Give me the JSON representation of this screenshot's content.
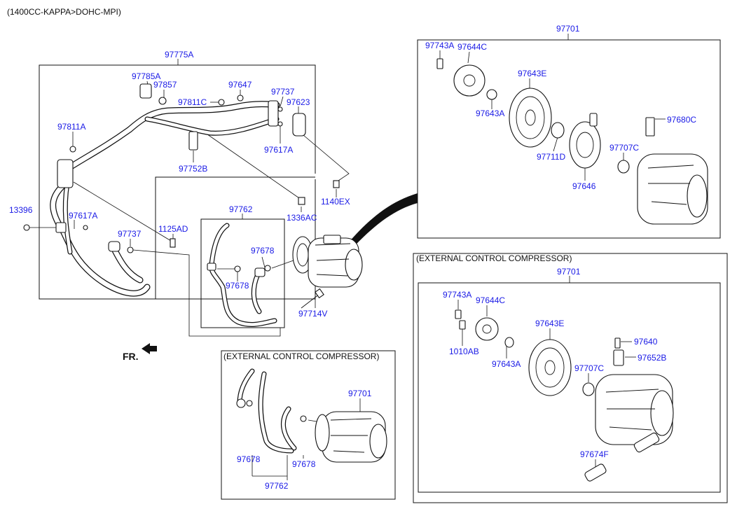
{
  "header": {
    "engine": "(1400CC-KAPPA>DOHC-MPI)"
  },
  "orientation": {
    "front_label": "FR."
  },
  "sections": {
    "ext1_title": "(EXTERNAL CONTROL COMPRESSOR)",
    "ext2_title": "(EXTERNAL CONTROL COMPRESSOR)"
  },
  "labels": {
    "l97775A": "97775A",
    "l97785A": "97785A",
    "l97857": "97857",
    "l97647": "97647",
    "l97811C": "97811C",
    "l97737a": "97737",
    "l97623": "97623",
    "l97811A": "97811A",
    "l97617Aa": "97617A",
    "l97752B": "97752B",
    "l1140EX": "1140EX",
    "l13396": "13396",
    "l97617Ab": "97617A",
    "l97737b": "97737",
    "l1125AD": "1125AD",
    "l1336AC": "1336AC",
    "l97762a": "97762",
    "l97678a": "97678",
    "l97678b": "97678",
    "l97714V": "97714V",
    "l97701a": "97701",
    "l97743Aa": "97743A",
    "l97644Ca": "97644C",
    "l97643Ea": "97643E",
    "l97643Aa": "97643A",
    "l97711D": "97711D",
    "l97646": "97646",
    "l97707Ca": "97707C",
    "l97680C": "97680C",
    "l97701b": "97701",
    "l97743Ab": "97743A",
    "l97644Cb": "97644C",
    "l97643Eb": "97643E",
    "l1010AB": "1010AB",
    "l97643Ab": "97643A",
    "l97640": "97640",
    "l97652B": "97652B",
    "l97707Cb": "97707C",
    "l97674F": "97674F",
    "l97701c": "97701",
    "l97678c": "97678",
    "l97678d": "97678",
    "l97762b": "97762"
  }
}
